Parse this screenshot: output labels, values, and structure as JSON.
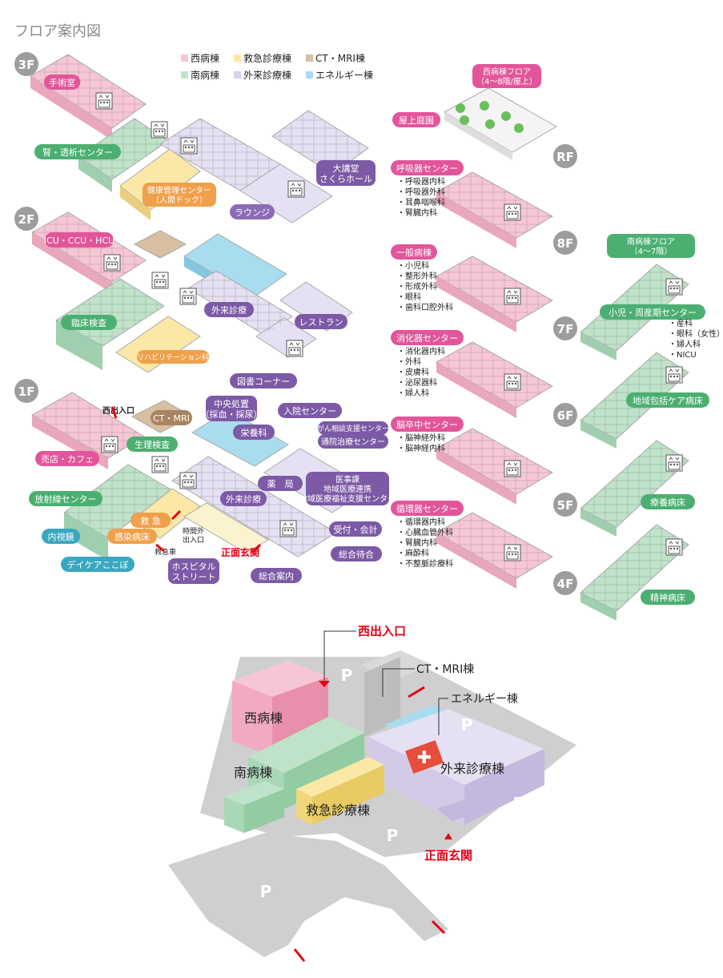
{
  "page_title": "フロア案内図",
  "legend": [
    {
      "label": "西病棟",
      "color": "#f7c6d5"
    },
    {
      "label": "救急診療棟",
      "color": "#fbe7a6"
    },
    {
      "label": "CT・MRI棟",
      "color": "#d7bfa1"
    },
    {
      "label": "南病棟",
      "color": "#bfe3c9"
    },
    {
      "label": "外来診療棟",
      "color": "#d9d2ec"
    },
    {
      "label": "エネルギー棟",
      "color": "#a9dcef"
    }
  ],
  "colors": {
    "pink": "#e3559a",
    "green": "#4caf72",
    "orange": "#f0a04b",
    "purple": "#7c5aa6",
    "brown": "#a88460",
    "teal": "#3aa7c0",
    "red": "#e60012",
    "grey": "#9d9d9d"
  },
  "floors": {
    "f3": "3F",
    "f2": "2F",
    "f1": "1F",
    "rf": "RF",
    "f8": "8F",
    "f7": "7F",
    "f6": "6F",
    "f5": "5F",
    "f4": "4F"
  },
  "floor3": {
    "surgery": "手術室",
    "dialysis": "腎・透析センター",
    "health": "健康管理センター\n（人間ドック）",
    "lounge": "ラウンジ",
    "hall": "大講堂\nさくらホール"
  },
  "floor2": {
    "icu": "ICU・CCU・HCU",
    "clinical": "臨床検査",
    "rehab": "リハビリテーション科",
    "outpatient": "外来診療",
    "restaurant": "レストラン",
    "library": "図書コーナー"
  },
  "floor1": {
    "west_entrance": "西出入口",
    "ctmri": "CT・MRI",
    "physio": "生理検査",
    "shop": "売店・カフェ",
    "radiation": "放射線センター",
    "endoscopy": "内視鏡",
    "daycare": "デイケアここぼ",
    "emergency": "救 急",
    "infection": "感染病床",
    "night_entrance": "時間外\n出入口",
    "ambulance": "救急車",
    "hospital_street": "ホスピタル\nストリート",
    "main_entrance": "正面玄関",
    "central": "中央処置\n（採血・採尿）",
    "nutrition": "栄養科",
    "admission": "入院センター",
    "cancer": "がん相談支援センター",
    "outpatient_chemo": "通院治療センター",
    "pharmacy": "薬　局",
    "outpatient": "外来診療",
    "medical_affairs": "医事課\n地域医療連携\n地域医療福祉支援センター",
    "reception": "受付・会計",
    "waiting": "総合待合",
    "info": "総合案内"
  },
  "west_floor": {
    "title": "西病棟フロア\n（4～8階/屋上）",
    "rooftop": "屋上庭園"
  },
  "south_floor": {
    "title": "南病棟フロア\n（4～7階）"
  },
  "west_depts": {
    "f8": {
      "name": "呼吸器センター",
      "items": [
        "・呼吸器内科",
        "・呼吸器外科",
        "・耳鼻咽喉科",
        "・腎臓内科"
      ]
    },
    "f7": {
      "name": "一般病棟",
      "items": [
        "・小児科",
        "・整形外科",
        "・形成外科",
        "・眼科",
        "・歯科口腔外科"
      ]
    },
    "f6": {
      "name": "消化器センター",
      "items": [
        "・消化器内科",
        "・外科",
        "・皮膚科",
        "・泌尿器科",
        "・婦人科"
      ]
    },
    "f5": {
      "name": "脳卒中センター",
      "items": [
        "・脳神経外科",
        "・脳神経内科"
      ]
    },
    "f4": {
      "name": "循環器センター",
      "items": [
        "・循環器内科",
        "・心臓血管外科",
        "・腎臓内科",
        "・麻酔科",
        "・不整脈診療科"
      ]
    }
  },
  "south_depts": {
    "f7": {
      "name": "小児・周産期センター",
      "items": [
        "・産科",
        "・眼科（女性）",
        "・婦人科",
        "・NICU"
      ]
    },
    "f6": {
      "name": "地域包括ケア病床"
    },
    "f5": {
      "name": "療養病床"
    },
    "f4": {
      "name": "精神病床"
    }
  },
  "campus": {
    "west_entrance": "西出入口",
    "ctmri": "CT・MRI棟",
    "energy": "エネルギー棟",
    "west_bldg": "西病棟",
    "south_bldg": "南病棟",
    "outpatient_bldg": "外来診療棟",
    "emergency_bldg": "救急診療棟",
    "main_entrance": "正面玄関",
    "parking": "P"
  }
}
